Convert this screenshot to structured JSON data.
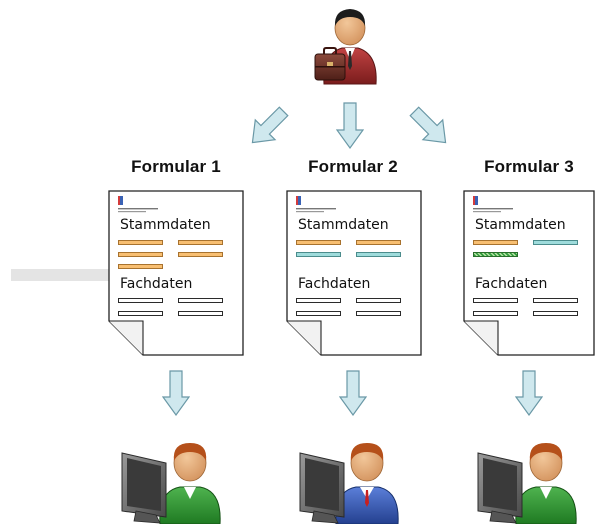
{
  "forms": [
    {
      "title": "Formular 1",
      "section1": "Stammdaten",
      "section2": "Fachdaten"
    },
    {
      "title": "Formular 2",
      "section1": "Stammdaten",
      "section2": "Fachdaten"
    },
    {
      "title": "Formular 3",
      "section1": "Stammdaten",
      "section2": "Fachdaten"
    }
  ],
  "icons": {
    "top": "businessman-with-briefcase-icon",
    "bottom": [
      "user-at-computer-icon",
      "user-at-computer-icon",
      "user-at-computer-icon"
    ],
    "arrows": "light-blue-arrow"
  },
  "colors": {
    "arrow_fill": "#cfe8ee",
    "arrow_stroke": "#6a98a6",
    "field_orange": "#f8bf72",
    "field_cyan": "#9fdcdc",
    "field_green": "#2f9c3b"
  }
}
